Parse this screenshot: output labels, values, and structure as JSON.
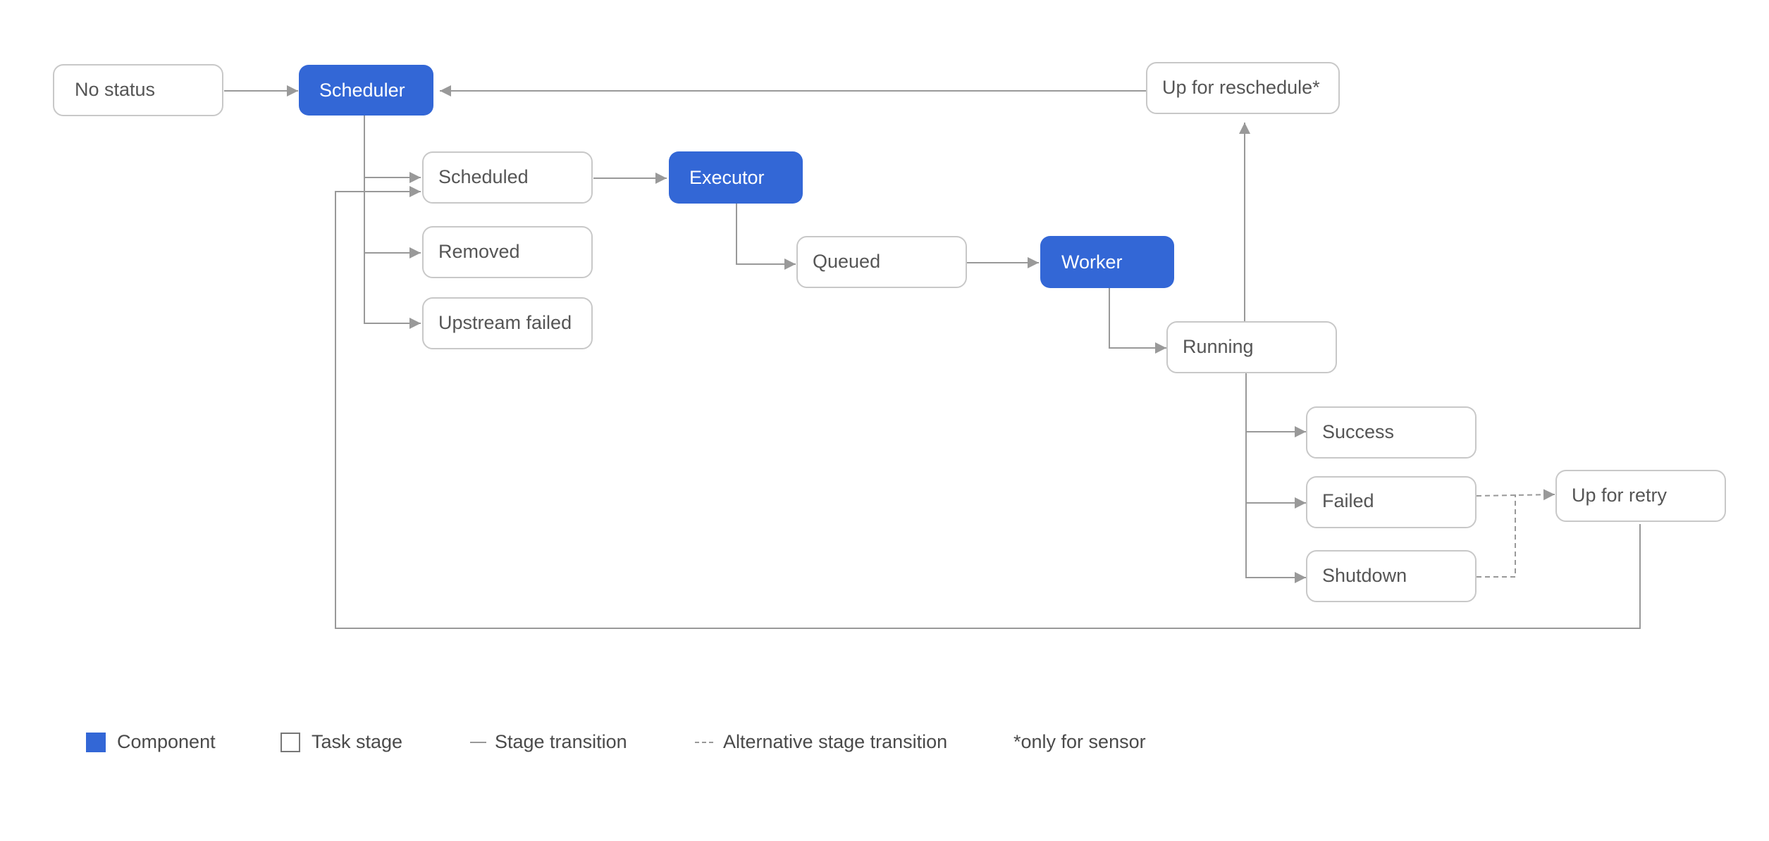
{
  "colors": {
    "component_fill": "#3367d6",
    "component_text": "#ffffff",
    "stage_border": "#c8c8c8",
    "stage_text": "#555555",
    "connector": "#999999",
    "legend_text": "#4a4a4a"
  },
  "nodes": {
    "no_status": "No status",
    "scheduler": "Scheduler",
    "scheduled": "Scheduled",
    "removed": "Removed",
    "upstream_failed": "Upstream failed",
    "executor": "Executor",
    "queued": "Queued",
    "worker": "Worker",
    "running": "Running",
    "up_for_reschedule": "Up for reschedule*",
    "success": "Success",
    "failed": "Failed",
    "shutdown": "Shutdown",
    "up_for_retry": "Up for retry"
  },
  "legend": {
    "component": "Component",
    "task_stage": "Task stage",
    "stage_transition": "Stage transition",
    "alternative_stage_transition": "Alternative stage transition",
    "sensor_note": "*only for sensor"
  }
}
